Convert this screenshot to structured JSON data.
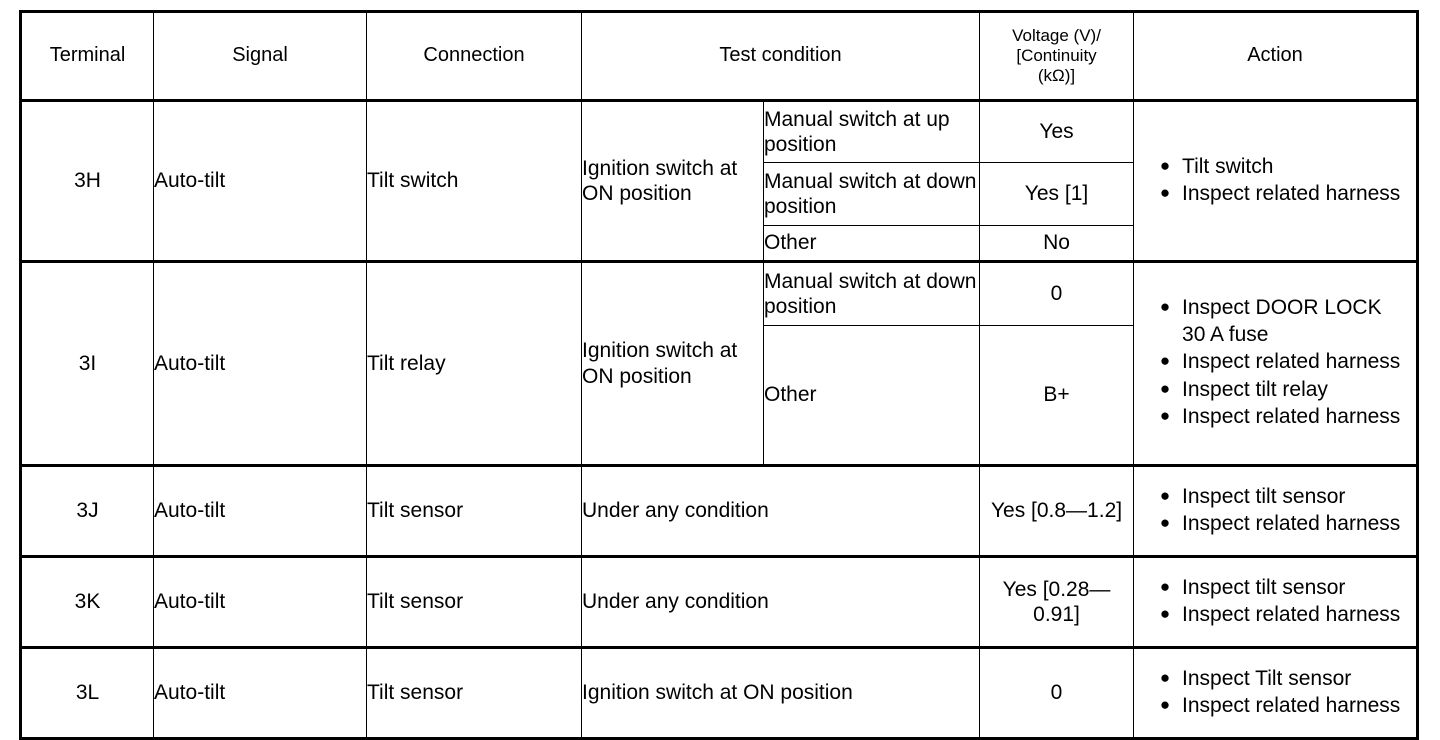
{
  "table": {
    "headers": {
      "terminal": "Terminal",
      "signal": "Signal",
      "connection": "Connection",
      "test_condition": "Test condition",
      "voltage_line1": "Voltage (V)/",
      "voltage_line2": "[Continuity",
      "voltage_line3": "(kΩ)]",
      "action": "Action"
    },
    "rows": [
      {
        "terminal": "3H",
        "signal": "Auto-tilt",
        "connection": "Tilt switch",
        "condition_main": "Ignition switch at ON position",
        "sub_rows": [
          {
            "condition": "Manual switch at up position",
            "voltage": "Yes"
          },
          {
            "condition": "Manual switch at down position",
            "voltage": "Yes [1]"
          },
          {
            "condition": "Other",
            "voltage": "No"
          }
        ],
        "actions": [
          "Tilt switch",
          "Inspect related harness"
        ]
      },
      {
        "terminal": "3I",
        "signal": "Auto-tilt",
        "connection": "Tilt relay",
        "condition_main": "Ignition switch at ON position",
        "sub_rows": [
          {
            "condition": "Manual switch at down position",
            "voltage": "0"
          },
          {
            "condition": "Other",
            "voltage": "B+"
          }
        ],
        "actions": [
          "Inspect DOOR LOCK 30 A fuse",
          "Inspect related harness",
          "Inspect tilt relay",
          "Inspect related harness"
        ]
      },
      {
        "terminal": "3J",
        "signal": "Auto-tilt",
        "connection": "Tilt sensor",
        "condition_full": "Under any condition",
        "voltage": "Yes [0.8—1.2]",
        "actions": [
          "Inspect tilt sensor",
          "Inspect related harness"
        ]
      },
      {
        "terminal": "3K",
        "signal": "Auto-tilt",
        "connection": "Tilt sensor",
        "condition_full": "Under any condition",
        "voltage": "Yes [0.28—0.91]",
        "actions": [
          "Inspect tilt sensor",
          "Inspect related harness"
        ]
      },
      {
        "terminal": "3L",
        "signal": "Auto-tilt",
        "connection": "Tilt sensor",
        "condition_full": "Ignition switch at ON position",
        "voltage": "0",
        "actions": [
          "Inspect Tilt sensor",
          "Inspect related harness"
        ]
      }
    ],
    "bullet_glyph": "●"
  }
}
